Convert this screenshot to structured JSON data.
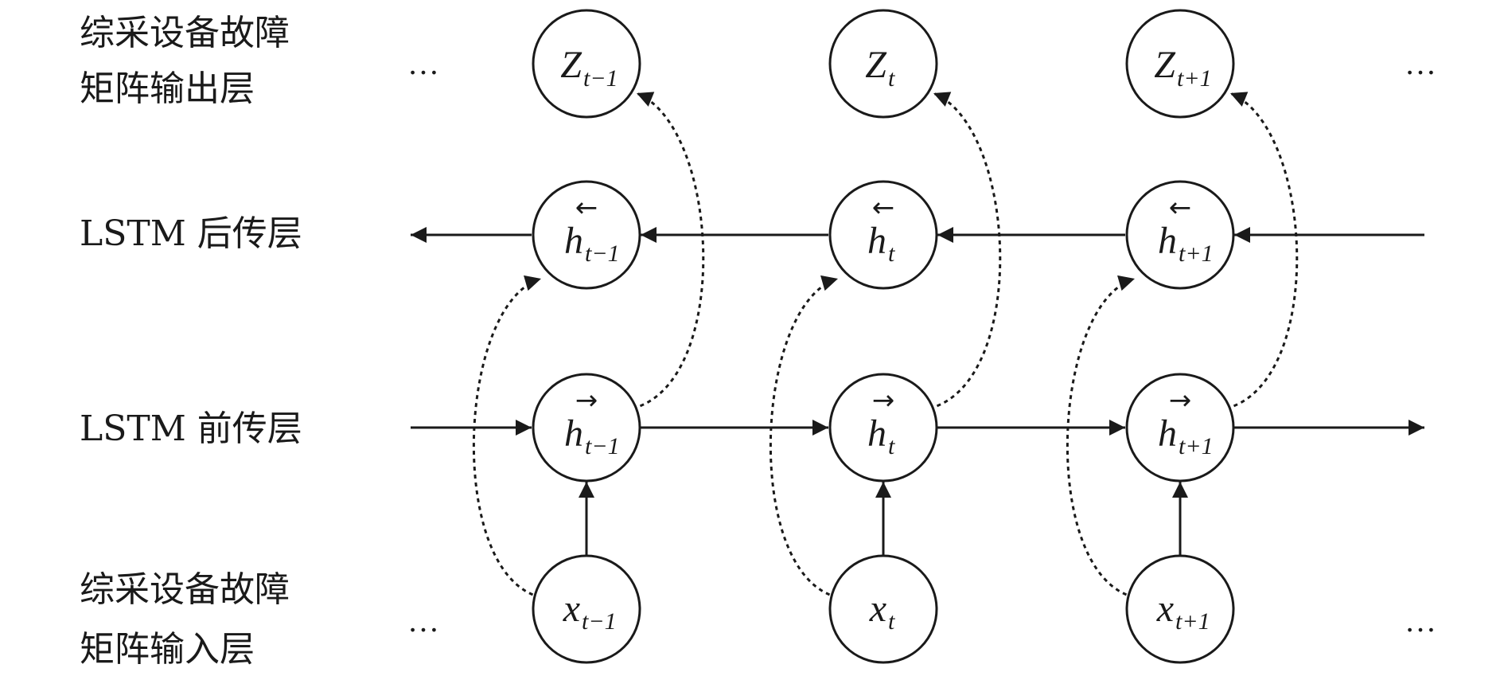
{
  "layers": {
    "output": {
      "line1": "综采设备故障",
      "line2": "矩阵输出层"
    },
    "backward": "LSTM 后传层",
    "forward": "LSTM 前传层",
    "input": {
      "line1": "综采设备故障",
      "line2": "矩阵输入层"
    }
  },
  "ellipsis": "…",
  "arrows": {
    "left": "←",
    "right": "→"
  },
  "nodes": {
    "z": [
      {
        "var": "Z",
        "sub": "t−1"
      },
      {
        "var": "Z",
        "sub": "t"
      },
      {
        "var": "Z",
        "sub": "t+1"
      }
    ],
    "hb": [
      {
        "var": "h",
        "sub": "t−1"
      },
      {
        "var": "h",
        "sub": "t"
      },
      {
        "var": "h",
        "sub": "t+1"
      }
    ],
    "hf": [
      {
        "var": "h",
        "sub": "t−1"
      },
      {
        "var": "h",
        "sub": "t"
      },
      {
        "var": "h",
        "sub": "t+1"
      }
    ],
    "x": [
      {
        "var": "x",
        "sub": "t−1"
      },
      {
        "var": "x",
        "sub": "t"
      },
      {
        "var": "x",
        "sub": "t+1"
      }
    ]
  }
}
